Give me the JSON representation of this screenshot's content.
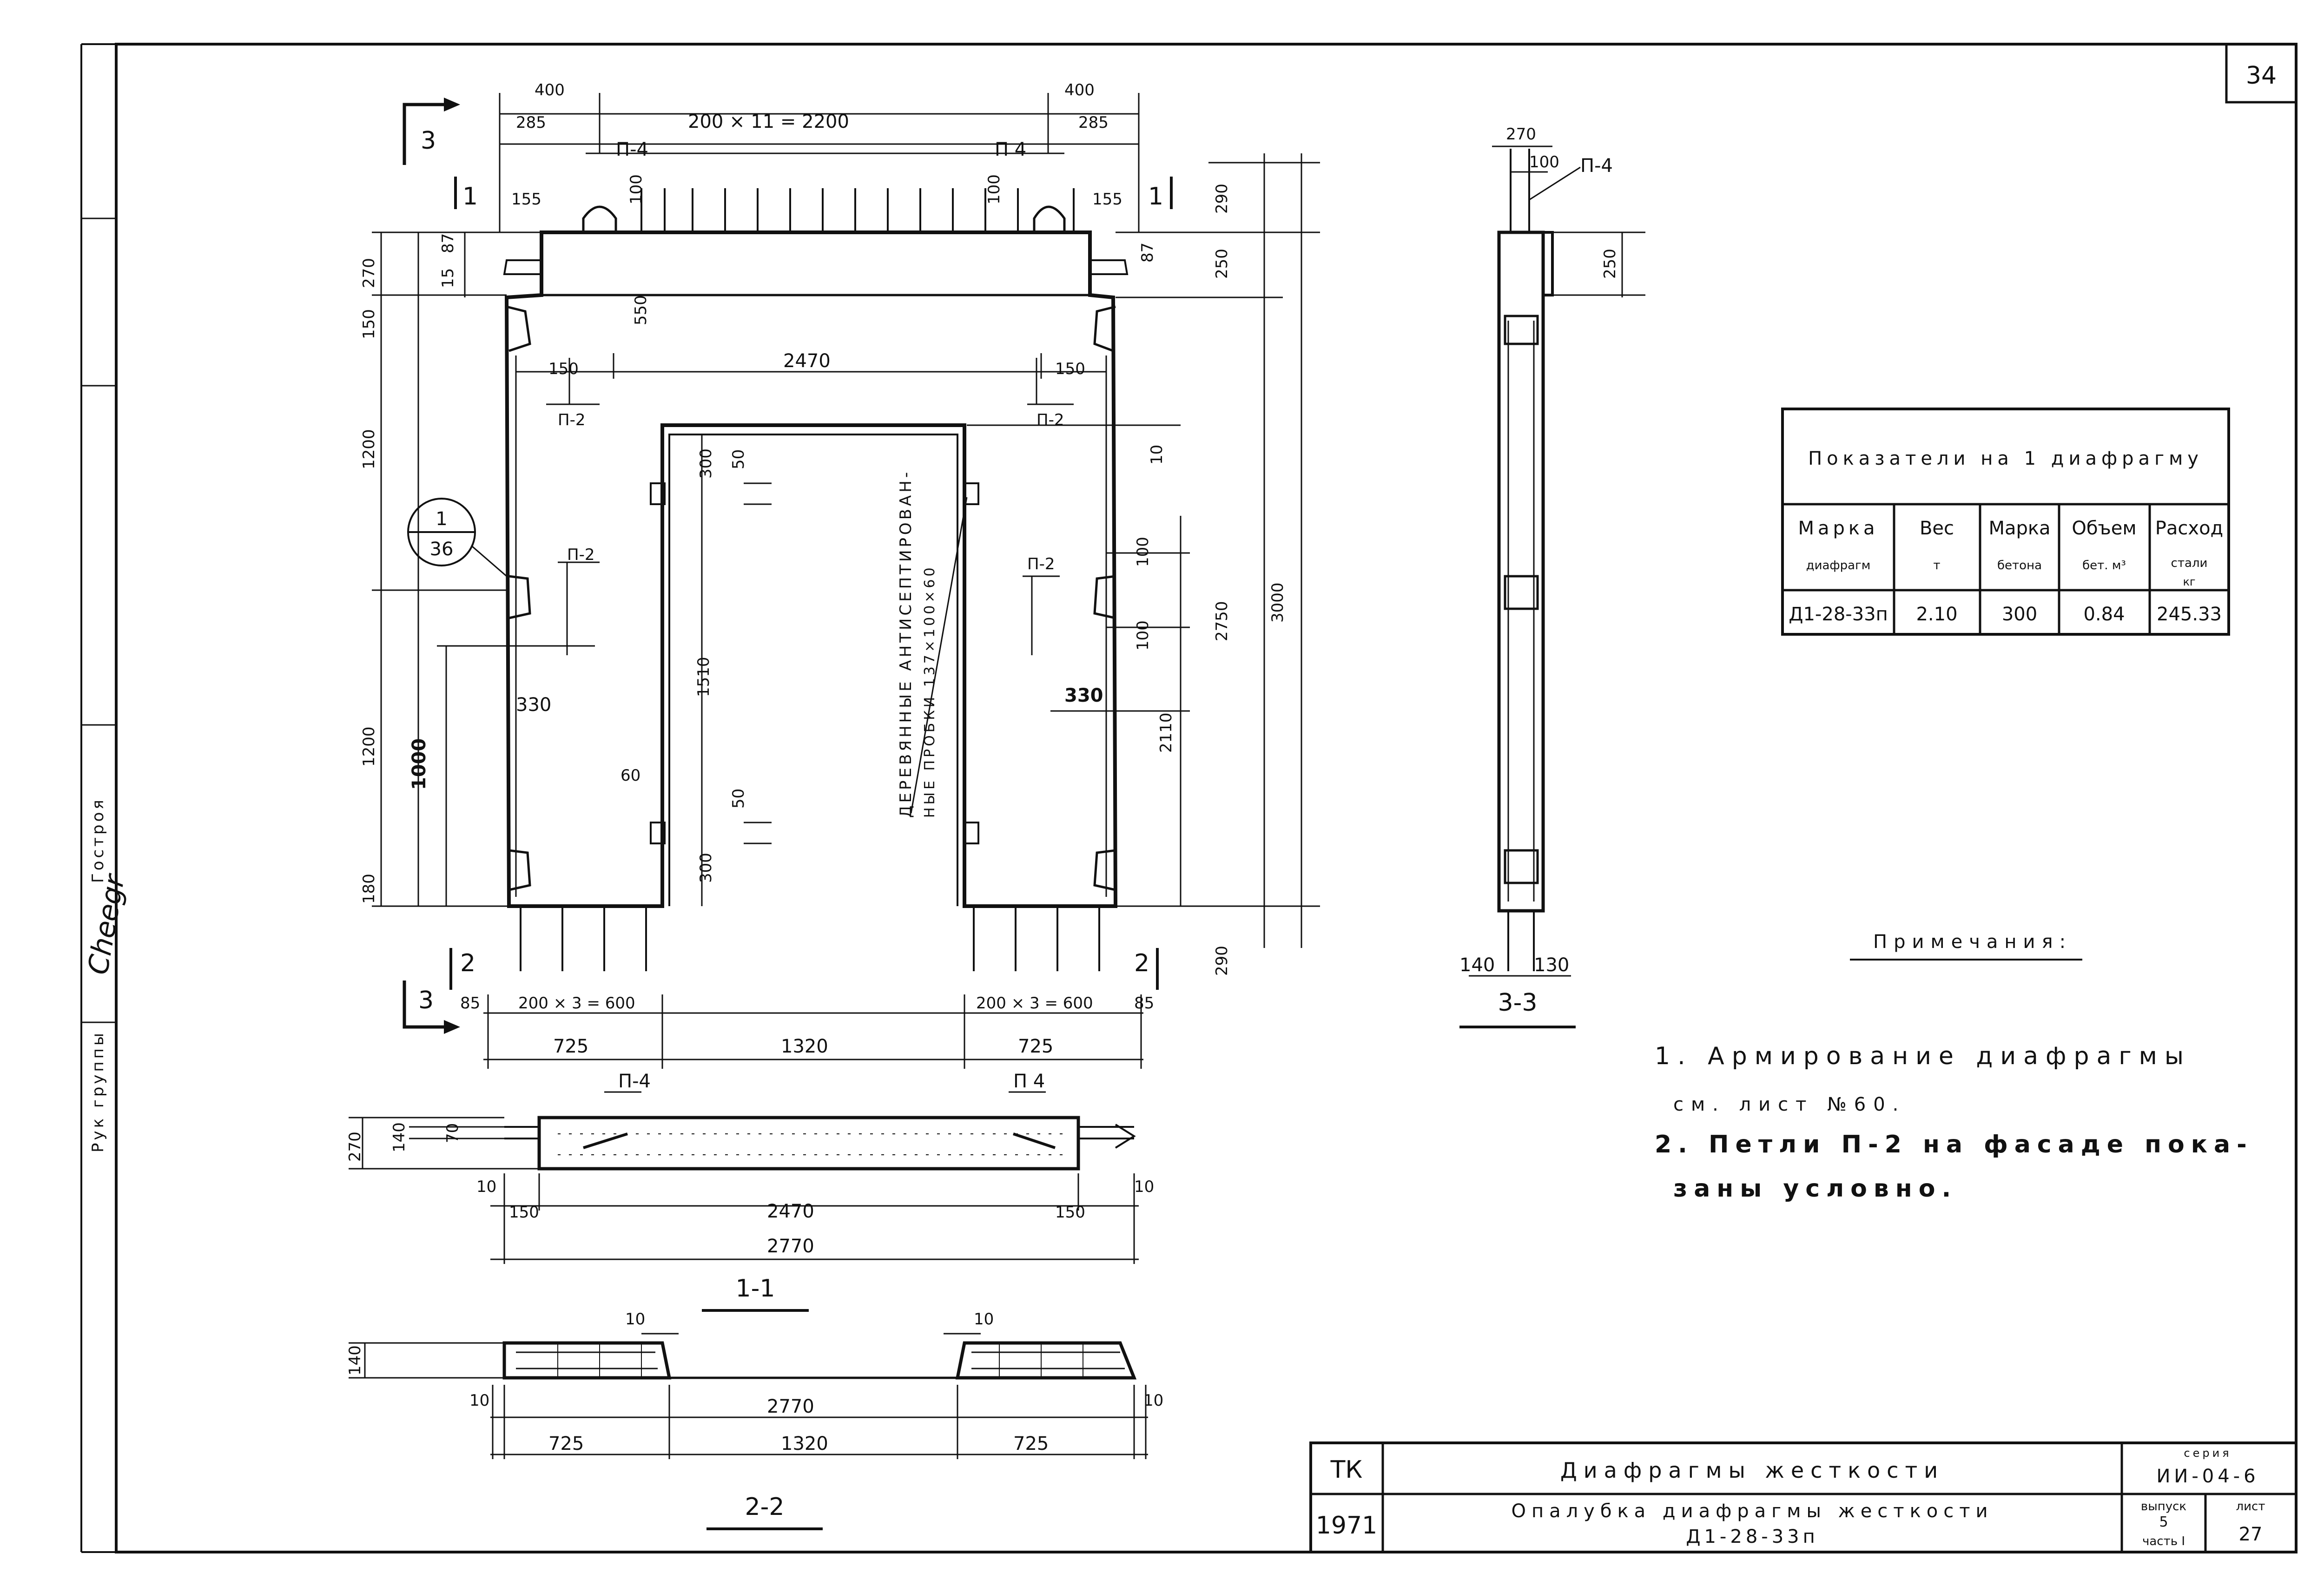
{
  "sheet": {
    "number": "34"
  },
  "front_view": {
    "dims_top": [
      "400",
      "285",
      "200 × 11 = 2200",
      "400",
      "285"
    ],
    "dims_top_small": [
      "155",
      "155",
      "100",
      "100",
      "87",
      "87",
      "15"
    ],
    "dims_right": [
      "290",
      "250",
      "2750",
      "3000",
      "2110",
      "290",
      "10",
      "100",
      "100"
    ],
    "dims_left": [
      "270",
      "150",
      "1200",
      "1200",
      "1000",
      "180",
      "550"
    ],
    "dims_inner": [
      "2470",
      "150",
      "150",
      "1510",
      "300",
      "50",
      "50",
      "300",
      "60",
      "330",
      "330"
    ],
    "dims_bottom": [
      "200 × 3 = 600",
      "200 × 3 = 600",
      "85",
      "85",
      "725",
      "1320",
      "725"
    ],
    "loop_labels": [
      "П-4",
      "П 4",
      "П-2",
      "П-2",
      "П-2",
      "П-2"
    ],
    "section_marks": [
      "3",
      "3",
      "1",
      "1",
      "2",
      "2"
    ],
    "callout": {
      "top": "1",
      "bottom": "36"
    },
    "vertical_note_1": "ДЕРЕВЯННЫЕ АНТИСЕПТИРОВАН-",
    "vertical_note_2": "НЫЕ ПРОБКИ 137×100×60"
  },
  "section_3_3": {
    "title": "3-3",
    "dims": [
      "270",
      "100",
      "250",
      "140",
      "130"
    ],
    "loop_label": "П-4"
  },
  "section_1_1": {
    "title": "1-1",
    "dims": [
      "270",
      "140",
      "70",
      "10",
      "10",
      "150",
      "150",
      "2470",
      "2770"
    ],
    "loop_labels": [
      "П-4",
      "П 4"
    ]
  },
  "section_2_2": {
    "title": "2-2",
    "dims": [
      "140",
      "10",
      "10",
      "10",
      "10",
      "2770",
      "725",
      "1320",
      "725"
    ]
  },
  "table": {
    "title": "Показатели на 1 диафрагму",
    "headers": [
      [
        "Марка",
        "диафрагм"
      ],
      [
        "Вес",
        "т"
      ],
      [
        "Марка",
        "бетона"
      ],
      [
        "Объем",
        "бет. м³"
      ],
      [
        "Расход",
        "стали",
        "кг"
      ]
    ],
    "row": [
      "Д1-28-33п",
      "2.10",
      "300",
      "0.84",
      "245.33"
    ]
  },
  "notes": {
    "title": "Примечания:",
    "items": [
      "1. Армирование диафрагмы",
      "см. лист №60.",
      "2. Петли П-2 на фасаде пока-",
      "заны условно."
    ]
  },
  "title_block": {
    "tk": "ТК",
    "year": "1971",
    "name": "Диафрагмы жесткости",
    "subtitle": "Опалубка диафрагмы жесткости",
    "mark": "Д1-28-33п",
    "series_label": "серия",
    "series": "ИИ-04-6",
    "issue_label": "выпуск",
    "issue": "5",
    "part": "часть I",
    "sheet_label": "лист",
    "sheet": "27"
  },
  "margin_strip": {
    "text_1": "Гостроя",
    "text_2": "Рук группы",
    "signature": "Cheegr"
  }
}
